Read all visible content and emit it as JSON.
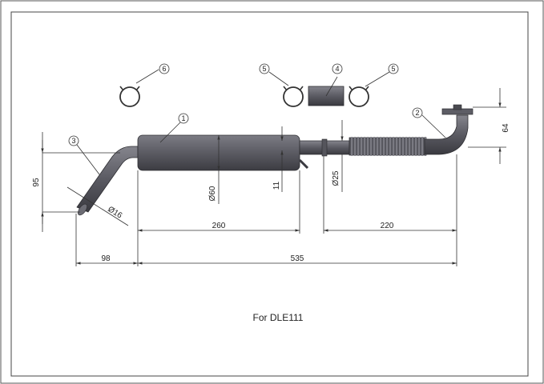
{
  "caption": "For DLE111",
  "balloons": [
    "1",
    "2",
    "3",
    "4",
    "5",
    "5",
    "6"
  ],
  "dimensions": {
    "muffler_length": "260",
    "flex_length": "220",
    "overall_length": "535",
    "inlet_offset": "98",
    "inlet_height": "95",
    "outlet_height": "64",
    "muffler_diameter": "Ø60",
    "pipe_diameter": "Ø25",
    "inlet_diameter": "Ø16",
    "small_dim": "11"
  },
  "colors": {
    "part_fill": "#5f5f66",
    "part_dark": "#3e3e44",
    "part_light": "#8a8a92",
    "line": "#333333"
  }
}
